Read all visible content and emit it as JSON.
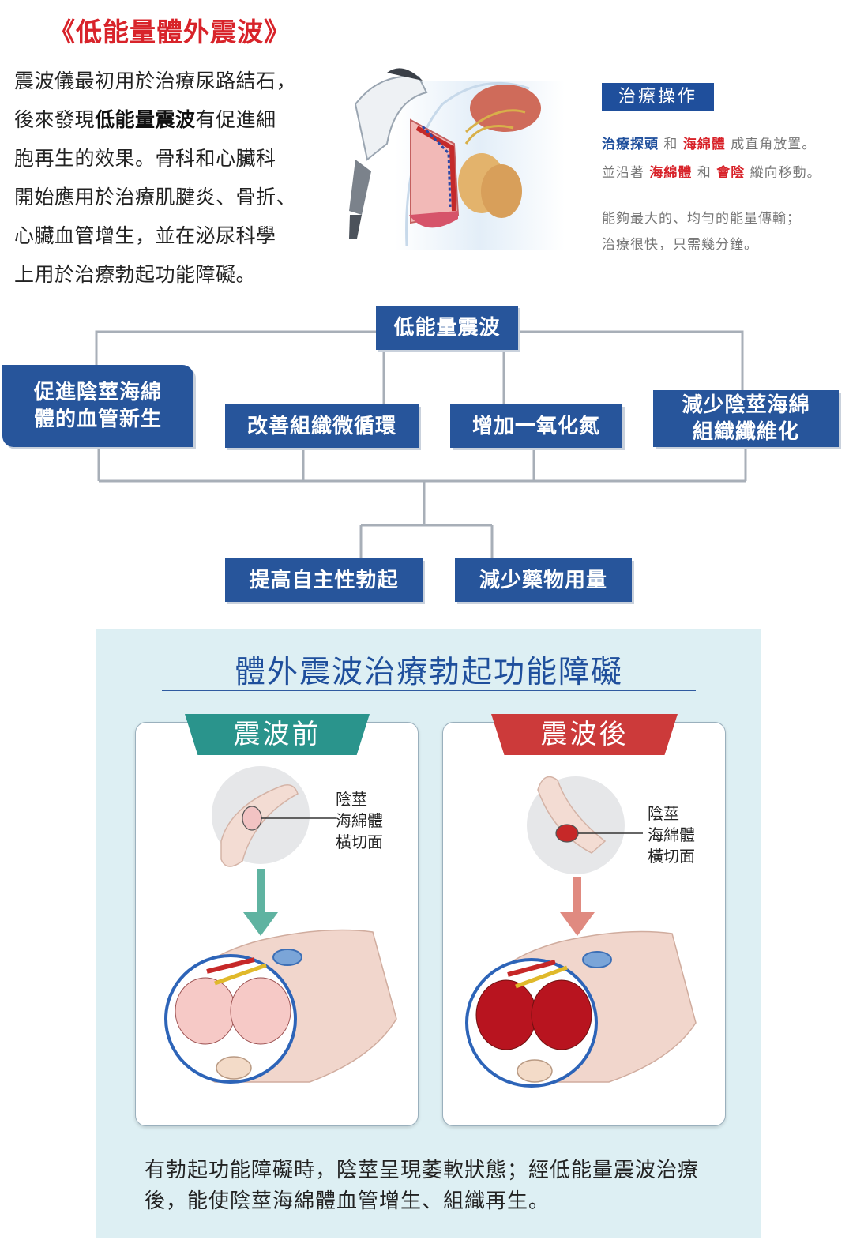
{
  "title": "《低能量體外震波》",
  "intro": {
    "line1": "震波儀最初用於治療尿路結石，",
    "line2_pre": "後來發現",
    "line2_bold": "低能量震波",
    "line2_post": "有促進細",
    "line3": "胞再生的效果。骨科和心臟科",
    "line4": "開始應用於治療肌腱炎、骨折、",
    "line5": "心臟血管增生，並在泌尿科學",
    "line6": "上用於治療勃起功能障礙。"
  },
  "operation": {
    "heading": "治療操作",
    "l1_a": "治療探頭",
    "l1_b": " 和 ",
    "l1_c": "海綿體",
    "l1_d": " 成直角放置。",
    "l2_a": "並沿著 ",
    "l2_b": "海綿體",
    "l2_c": " 和 ",
    "l2_d": "會陰",
    "l2_e": " 縱向移動。",
    "l3": "能夠最大的、均勻的能量傳輸；",
    "l4": "治療很快，只需幾分鐘。"
  },
  "flow": {
    "root": "低能量震波",
    "n1_line1": "促進陰莖海綿",
    "n1_line2": "體的血管新生",
    "n2": "改善組織微循環",
    "n3": "增加一氧化氮",
    "n4_line1": "減少陰莖海綿",
    "n4_line2": "組織纖維化",
    "o1": "提高自主性勃起",
    "o2": "減少藥物用量"
  },
  "panel": {
    "title": "體外震波治療勃起功能障礙",
    "before_tag": "震波前",
    "after_tag": "震波後",
    "cs_label_l1": "陰莖",
    "cs_label_l2": "海綿體",
    "cs_label_l3": "橫切面",
    "caption_l1": "有勃起功能障礙時，陰莖呈現萎軟狀態；經低能量震波治療",
    "caption_l2": "後，能使陰莖海綿體血管增生、組織再生。"
  },
  "colors": {
    "title_red": "#d8232a",
    "box_blue": "#27559b",
    "before_teal": "#2a948c",
    "after_red": "#cc3a3a",
    "panel_bg": "#ddeff3"
  }
}
